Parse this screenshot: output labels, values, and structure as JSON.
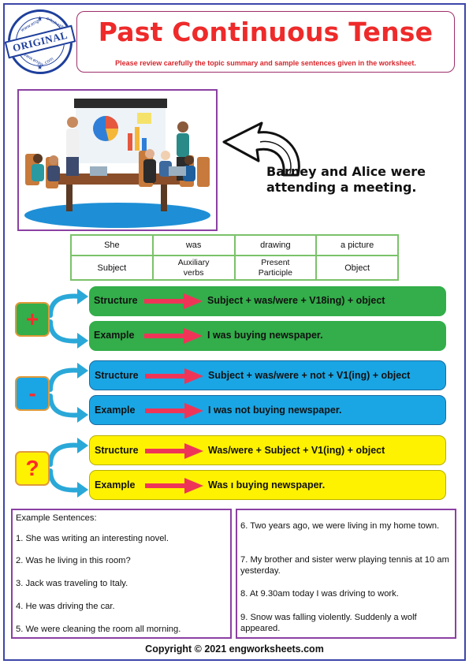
{
  "stamp": {
    "label": "ORIGINAL",
    "ring_text": "www.engworksheets.com"
  },
  "header": {
    "title": "Past Continuous Tense",
    "subtitle": "Please review carefully the topic summary and sample sentences given in the worksheet."
  },
  "illustration": {
    "icon": "meeting-illustration"
  },
  "caption": {
    "line1": "Barney and Alice were",
    "line2": "attending a meeting."
  },
  "sentence_table": {
    "row1": [
      "She",
      "was",
      "drawing",
      "a picture"
    ],
    "row2": [
      [
        "Subject"
      ],
      [
        "Auxiliary",
        "verbs"
      ],
      [
        "Present",
        "Participle"
      ],
      [
        "Object"
      ]
    ]
  },
  "positive": {
    "sign": "+",
    "structure_label": "Structure",
    "structure_text": "Subject + was/were + V18ing) + object",
    "example_label": "Example",
    "example_text": "I was buying newspaper."
  },
  "negative": {
    "sign": "-",
    "structure_label": "Structure",
    "structure_text": "Subject + was/were + not + V1(ing) + object",
    "example_label": "Example",
    "example_text": "I was not buying newspaper."
  },
  "question": {
    "sign": "?",
    "structure_label": "Structure",
    "structure_text": "Was/were + Subject +  V1(ing) + object",
    "example_label": "Example",
    "example_text": "Was ı buying newspaper."
  },
  "examples_left": {
    "heading": "Example Sentences:",
    "items": [
      "1. She was writing an interesting novel.",
      "2. Was he living in this room?",
      "3. Jack was traveling to Italy.",
      "4. He was driving the car.",
      "5. We were cleaning the room all morning."
    ]
  },
  "examples_right": {
    "items": [
      "6. Two years ago, we were living in my home town.",
      "7. My brother and sister werw playing tennis at 10 am yesterday.",
      "8. At 9.30am today I was driving to work.",
      "9. Snow was falling violently. Suddenly a wolf appeared."
    ]
  },
  "footer": {
    "copyright": "Copyright © 2021 engworksheets.com"
  },
  "colors": {
    "title_red": "#ee2a2a",
    "positive_green": "#33ae4a",
    "negative_blue": "#1aa6e4",
    "question_yellow": "#fff200",
    "arrow_pink": "#ee3558",
    "frame_purple": "#8b40a2"
  }
}
